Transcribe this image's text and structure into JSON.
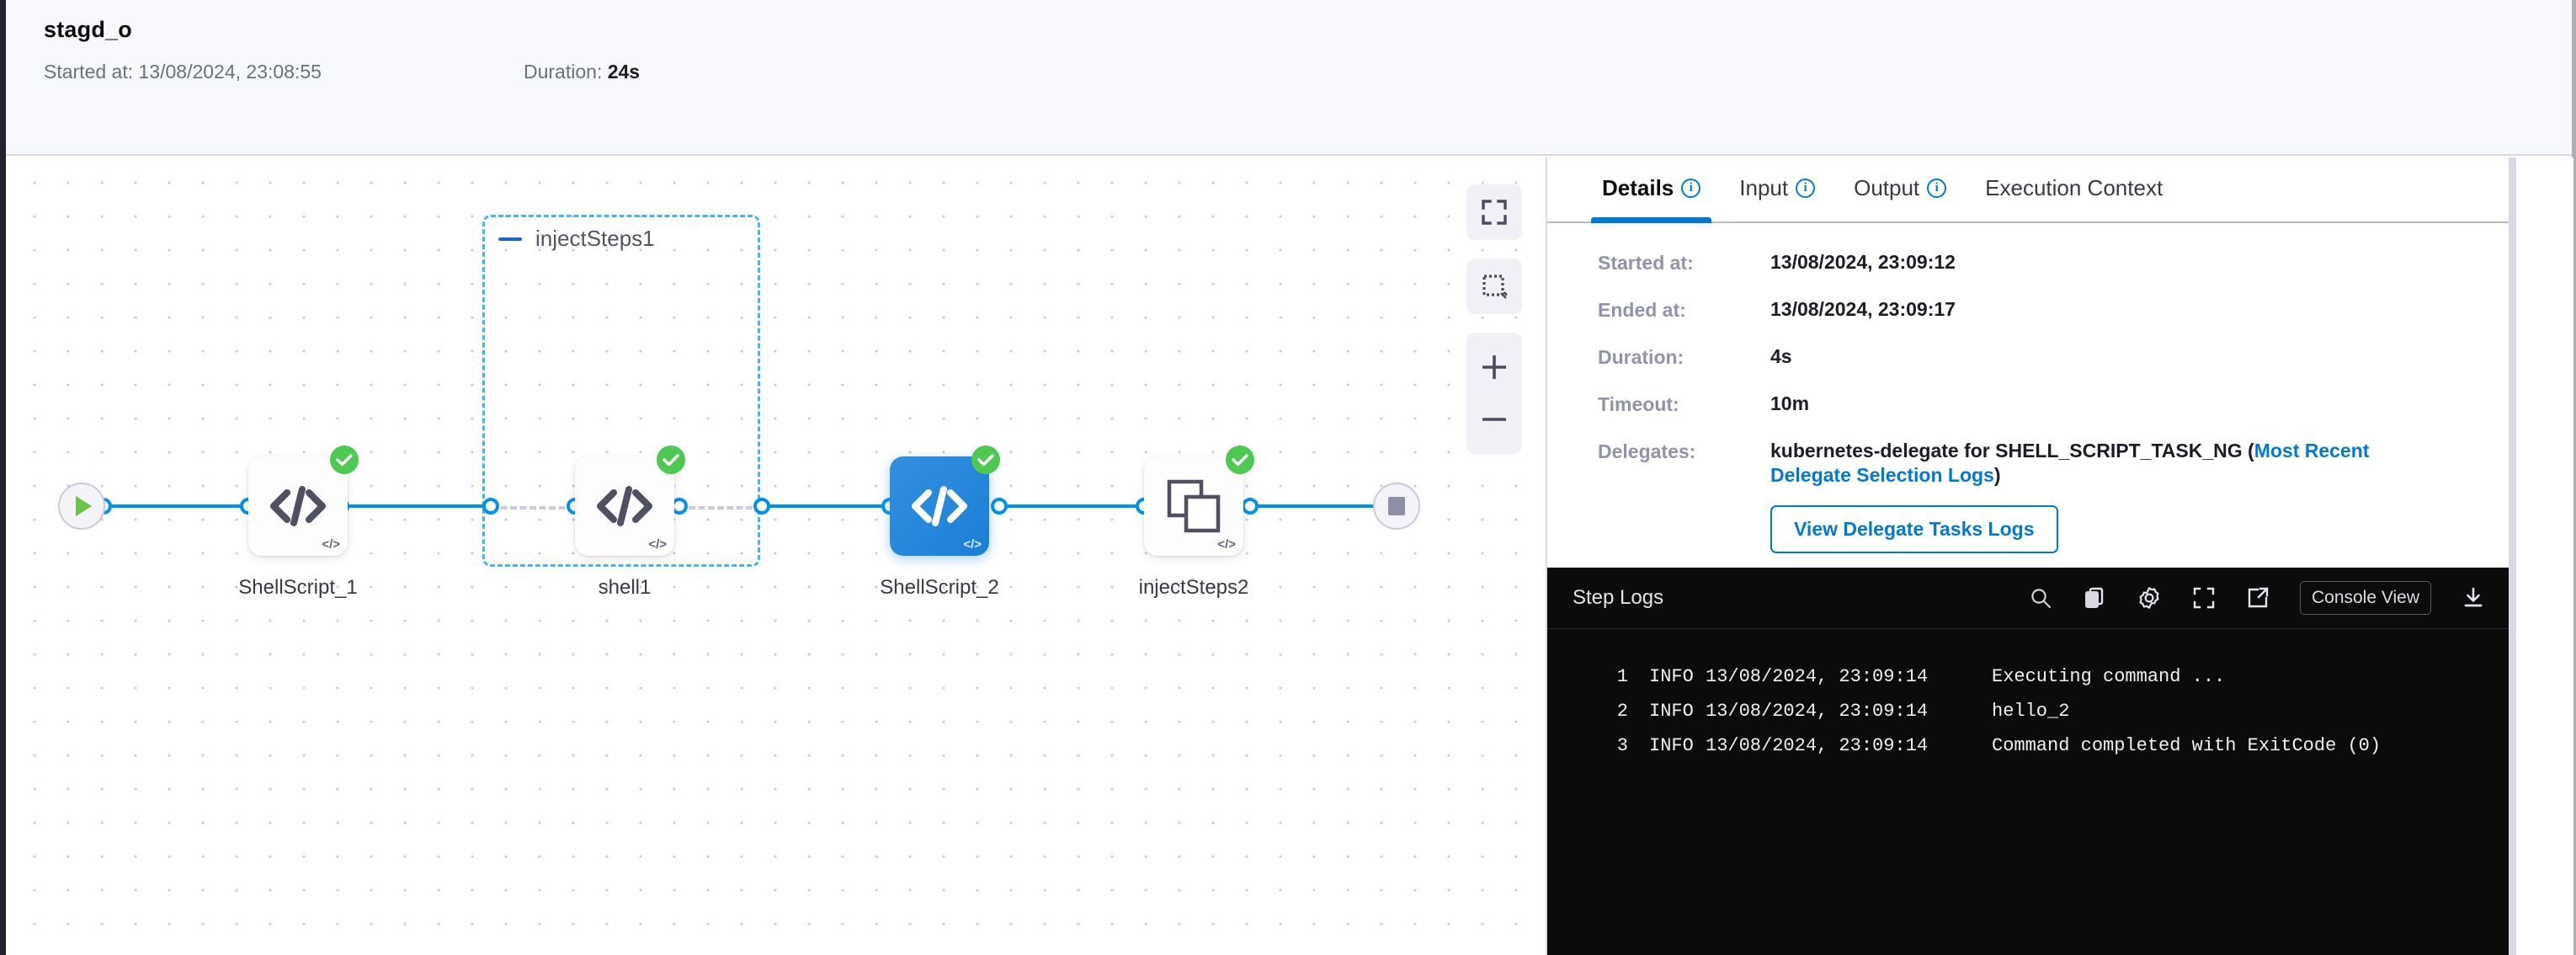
{
  "header": {
    "title": "stagd_o",
    "started_label": "Started at:",
    "started_value": "13/08/2024, 23:08:55",
    "duration_label": "Duration:",
    "duration_value": "24s"
  },
  "graph": {
    "start_node_icon": "play-icon",
    "end_node_icon": "stop-icon",
    "group": {
      "label": "injectSteps1",
      "collapse_icon": "collapse-minus-icon"
    },
    "nodes": [
      {
        "label": "ShellScript_1",
        "type": "shell-script",
        "status": "success",
        "selected": false,
        "corner_tag": "</>"
      },
      {
        "label": "shell1",
        "type": "shell-script",
        "status": "success",
        "selected": false,
        "corner_tag": "</>"
      },
      {
        "label": "ShellScript_2",
        "type": "shell-script",
        "status": "success",
        "selected": true,
        "corner_tag": "</>"
      },
      {
        "label": "injectSteps2",
        "type": "step-group",
        "status": "success",
        "selected": false,
        "corner_tag": "</>"
      }
    ],
    "controls": [
      {
        "name": "fit-to-screen-button",
        "icon": "expand-icon"
      },
      {
        "name": "select-area-button",
        "icon": "dashed-square-icon"
      },
      {
        "name": "zoom-in-button",
        "icon": "plus-icon"
      },
      {
        "name": "zoom-out-button",
        "icon": "minus-icon"
      }
    ],
    "accent_color": "#0091f5",
    "selected_node_color": "#1b7fd6",
    "success_color": "#4dc952",
    "group_border_color": "#48b3f3"
  },
  "right_panel": {
    "tabs": [
      {
        "label": "Details",
        "info": true,
        "active": true
      },
      {
        "label": "Input",
        "info": true,
        "active": false
      },
      {
        "label": "Output",
        "info": true,
        "active": false
      },
      {
        "label": "Execution Context",
        "info": false,
        "active": false
      }
    ],
    "details": [
      {
        "label": "Started at:",
        "value": "13/08/2024, 23:09:12"
      },
      {
        "label": "Ended at:",
        "value": "13/08/2024, 23:09:17"
      },
      {
        "label": "Duration:",
        "value": "4s"
      },
      {
        "label": "Timeout:",
        "value": "10m"
      }
    ],
    "delegates": {
      "label": "Delegates:",
      "text_before_link": "kubernetes-delegate for SHELL_SCRIPT_TASK_NG (",
      "link_text": "Most Recent Delegate Selection Logs",
      "text_after_link": ")",
      "button_label": "View Delegate Tasks Logs"
    }
  },
  "logs": {
    "title": "Step Logs",
    "tools": [
      {
        "name": "search-icon"
      },
      {
        "name": "copy-icon"
      },
      {
        "name": "gear-icon"
      },
      {
        "name": "fullscreen-icon"
      },
      {
        "name": "open-external-icon"
      }
    ],
    "console_view_label": "Console View",
    "download_icon": "download-icon",
    "lines": [
      {
        "num": "1",
        "level": "INFO",
        "time": "13/08/2024, 23:09:14",
        "message": "Executing command ..."
      },
      {
        "num": "2",
        "level": "INFO",
        "time": "13/08/2024, 23:09:14",
        "message": "hello_2"
      },
      {
        "num": "3",
        "level": "INFO",
        "time": "13/08/2024, 23:09:14",
        "message": "Command completed with ExitCode (0)"
      }
    ]
  }
}
